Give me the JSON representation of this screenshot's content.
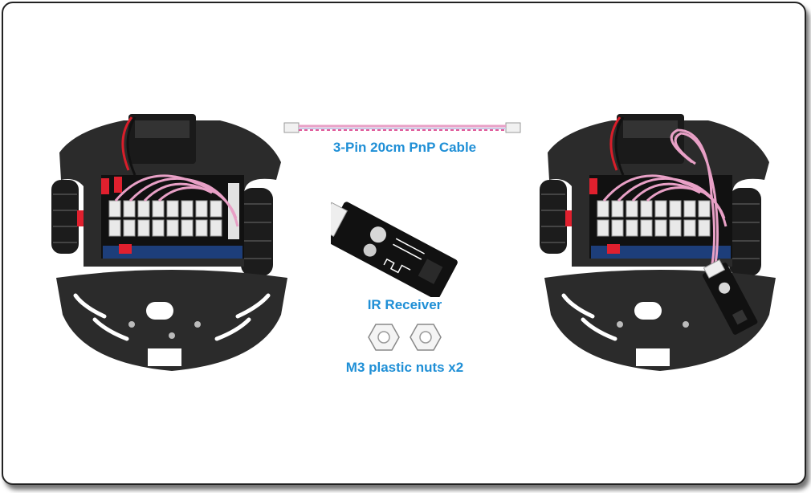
{
  "parts": {
    "cable_label": "3-Pin 20cm PnP Cable",
    "ir_label": "IR Receiver",
    "nuts_label": "M3 plastic nuts x2"
  },
  "colors": {
    "label": "#1f8fd6",
    "chassis": "#2b2b2b",
    "tire": "#1c1c1c",
    "hub": "#e0202e",
    "board": "#111111",
    "module": "#e9e9e9",
    "wire_pink": "#e8a0c6"
  },
  "icons": {
    "robot_before": "robot-car-icon",
    "robot_after": "robot-car-with-ir-icon",
    "cable": "pnp-cable-icon",
    "ir": "ir-receiver-module-icon",
    "nut": "hex-nut-icon"
  }
}
